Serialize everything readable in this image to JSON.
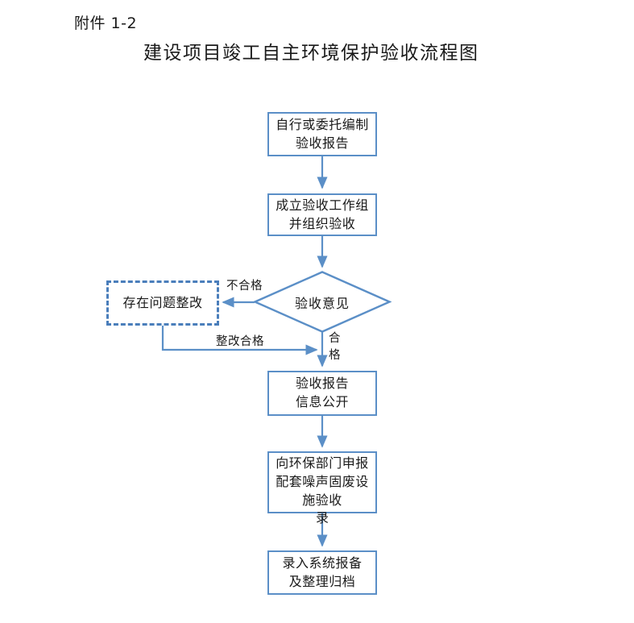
{
  "document": {
    "reference": "附件 1-2",
    "title": "建设项目竣工自主环境保护验收流程图"
  },
  "theme": {
    "line_color": "#5B8FC7",
    "dashed_color": "#4A7EBB",
    "node_fill": "#FFFFFF",
    "text_color": "#1A1A1A",
    "page_background": "#FFFFFF"
  },
  "flowchart": {
    "type": "process-flow",
    "orientation": "top-to-bottom",
    "nodes": [
      {
        "id": "n1",
        "shape": "rectangle",
        "lines": [
          "自行或委托编制",
          "验收报告"
        ]
      },
      {
        "id": "n2",
        "shape": "rectangle",
        "lines": [
          "成立验收工作组",
          "并组织验收"
        ]
      },
      {
        "id": "n3",
        "shape": "diamond",
        "lines": [
          "验收意见"
        ]
      },
      {
        "id": "n4",
        "shape": "rectangle-dashed",
        "lines": [
          "存在问题整改"
        ]
      },
      {
        "id": "n5",
        "shape": "rectangle",
        "lines": [
          "验收报告",
          "信息公开"
        ]
      },
      {
        "id": "n6",
        "shape": "rectangle",
        "lines": [
          "向环保部门申报",
          "配套噪声固废设",
          "施验收"
        ],
        "overflow_glyph": "录"
      },
      {
        "id": "n7",
        "shape": "rectangle",
        "lines": [
          "录入系统报备",
          "及整理归档"
        ]
      }
    ],
    "edges": [
      {
        "id": "e1",
        "from": "n1",
        "to": "n2",
        "label": ""
      },
      {
        "id": "e2",
        "from": "n2",
        "to": "n3",
        "label": ""
      },
      {
        "id": "e3",
        "from": "n3",
        "to": "n4",
        "label": "不合格"
      },
      {
        "id": "e4",
        "from": "n4",
        "to": "n5",
        "label": "整改合格"
      },
      {
        "id": "e5",
        "from": "n3",
        "to": "n5",
        "label": "合格"
      },
      {
        "id": "e6",
        "from": "n5",
        "to": "n6",
        "label": ""
      },
      {
        "id": "e7",
        "from": "n6",
        "to": "n7",
        "label": ""
      }
    ]
  }
}
